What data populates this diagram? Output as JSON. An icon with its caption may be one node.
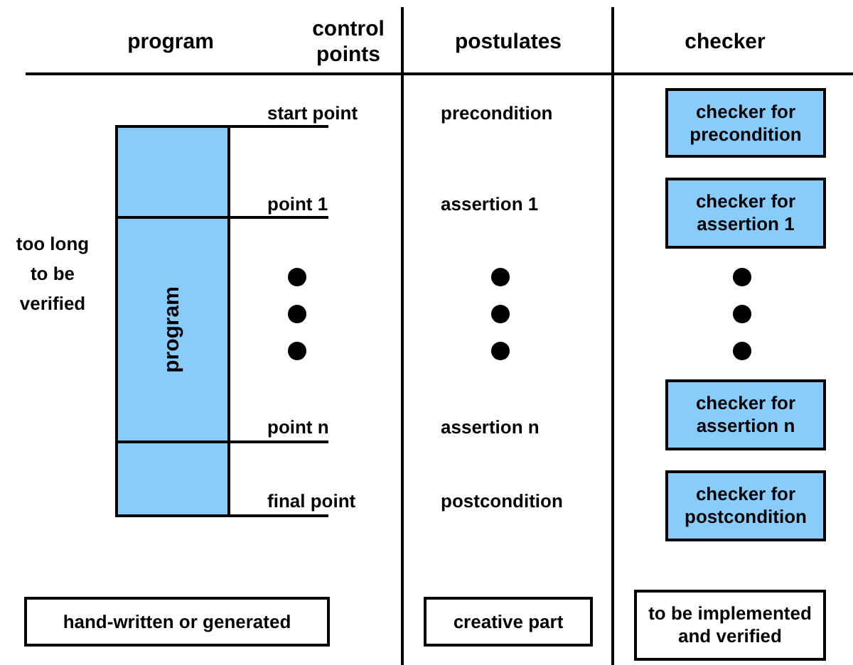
{
  "diagram": {
    "nodes": [
      {
        "text": [],
        "shape": "box"
      },
      {
        "text": [
          "program"
        ]
      },
      {
        "text": [],
        "shape": "box"
      },
      {
        "text": [
          "checker for precondition"
        ]
      },
      {
        "text": [
          "checker for assertion 1"
        ]
      },
      {
        "text": [
          "checker for assertion n"
        ]
      },
      {
        "text": [
          "checker for postcondition"
        ]
      },
      {
        "text": [
          "hand-written or generated"
        ]
      },
      {
        "text": [
          "creative part"
        ]
      },
      {
        "text": [
          "to be implemented and verified"
        ]
      }
    ],
    "edges": [],
    "labels": [
      "program",
      "control points",
      "postulates",
      "checker",
      "start point",
      "precondition",
      "point 1",
      "assertion 1",
      "too long to be verified",
      "point n",
      "assertion n",
      "final point",
      "postcondition"
    ]
  }
}
